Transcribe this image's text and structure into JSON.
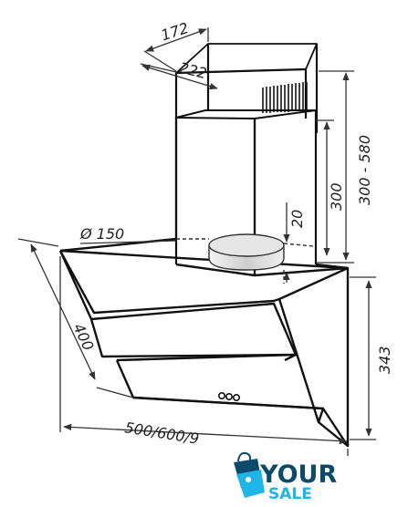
{
  "dimensions": {
    "chimney_depth": "172",
    "chimney_width": "222",
    "duct_diameter": "Ø 150",
    "outlet_offset": "20",
    "chimney_height_fixed": "300",
    "chimney_height_range": "300 - 580",
    "hood_depth": "400",
    "hood_height": "343",
    "hood_width_options": "500/600/9"
  },
  "logo": {
    "line1": "YOUR",
    "line2": "SALE",
    "colors": {
      "primary": "#0b4a6b",
      "accent": "#1fb5e6"
    },
    "icon": "shopping-bag-icon"
  }
}
